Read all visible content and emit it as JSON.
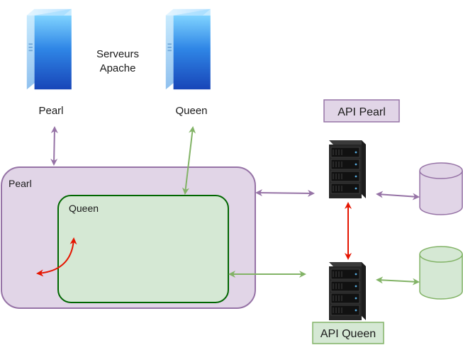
{
  "servers_caption": {
    "line1": "Serveurs",
    "line2": "Apache"
  },
  "apache_servers": [
    {
      "label": "Pearl"
    },
    {
      "label": "Queen"
    }
  ],
  "containers": {
    "pearl": {
      "label": "Pearl",
      "fill": "#e1d5e7",
      "stroke": "#9673a6"
    },
    "queen": {
      "label": "Queen",
      "fill": "#d5e8d4",
      "stroke": "#006600"
    }
  },
  "api_servers": {
    "pearl": {
      "label": "API Pearl",
      "fill": "#e1d5e7",
      "stroke": "#9673a6"
    },
    "queen": {
      "label": "API Queen",
      "fill": "#d5e8d4",
      "stroke": "#82b366"
    }
  },
  "databases": {
    "pearl": {
      "fill": "#e1d5e7",
      "stroke": "#9673a6"
    },
    "queen": {
      "fill": "#d5e8d4",
      "stroke": "#82b366"
    }
  },
  "connector_colors": {
    "purple": "#9673a6",
    "green": "#82b366",
    "red": "#e51400"
  }
}
